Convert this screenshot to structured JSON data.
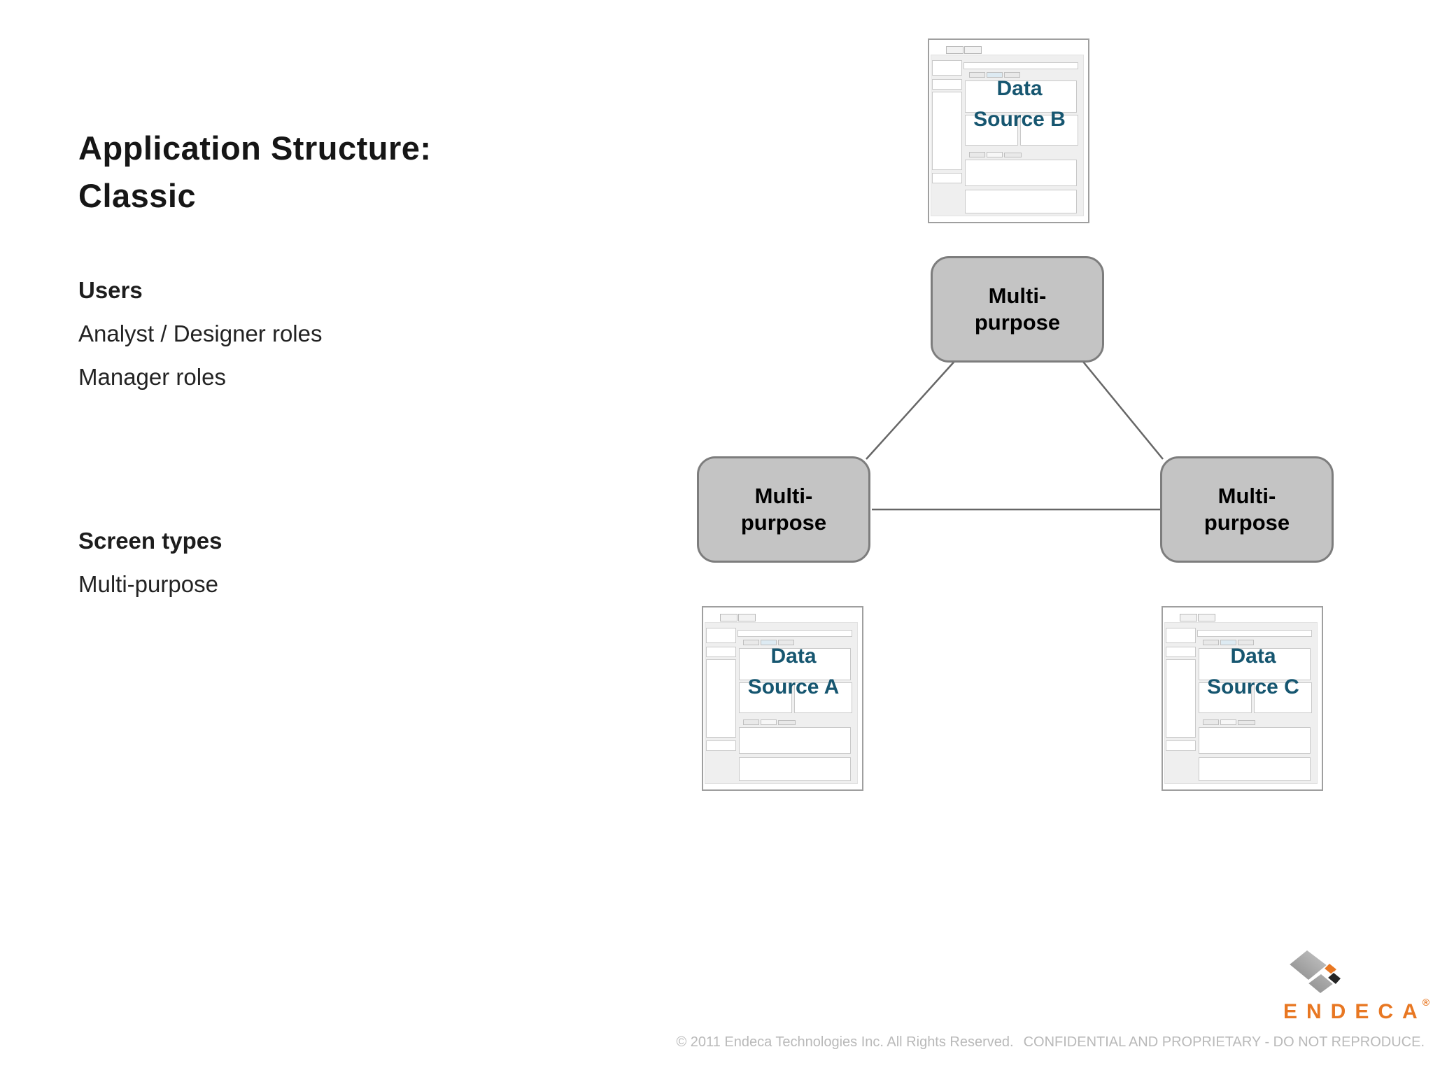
{
  "slide": {
    "title_lines": [
      "Application Structure:",
      "Classic"
    ],
    "sections": [
      {
        "heading": "Users",
        "items": [
          "Analyst / Designer roles",
          "Manager roles"
        ]
      },
      {
        "heading": "Screen types",
        "items": [
          "Multi-purpose"
        ]
      }
    ]
  },
  "diagram": {
    "nodes": [
      {
        "name": "multi-purpose-node-top",
        "label": "Multi-purpose"
      },
      {
        "name": "multi-purpose-node-left",
        "label": "Multi-purpose"
      },
      {
        "name": "multi-purpose-node-right",
        "label": "Multi-purpose"
      }
    ],
    "windows": [
      {
        "name": "data-source-b-window",
        "label": "Data Source B"
      },
      {
        "name": "data-source-a-window",
        "label": "Data Source A"
      },
      {
        "name": "data-source-c-window",
        "label": "Data Source C"
      }
    ],
    "colors": {
      "node_fill": "#C4C4C4",
      "node_border": "#7D7D7D",
      "connector": "#666666",
      "window_label_teal": "#165670"
    }
  },
  "footer": {
    "copyright": "© 2011 Endeca Technologies Inc. All Rights Reserved.",
    "notice": "CONFIDENTIAL AND PROPRIETARY - DO NOT REPRODUCE."
  },
  "logo": {
    "brand": "ENDECA",
    "registered_mark": "®",
    "accent_color": "#E87722"
  }
}
